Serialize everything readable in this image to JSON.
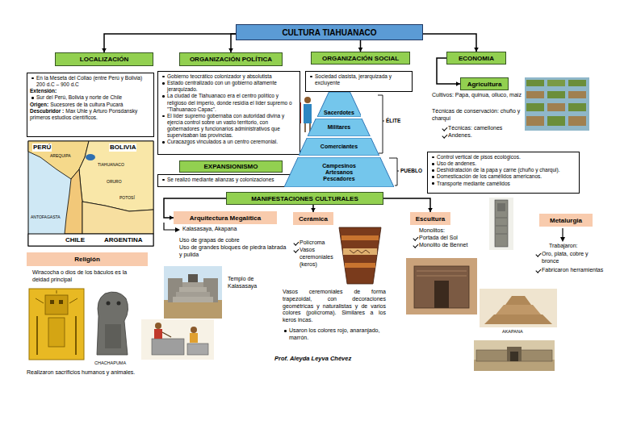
{
  "diagram": {
    "nodes": [
      {
        "text": [
          "CULTURA TIAHUANACO"
        ]
      },
      {
        "text": [
          "LOCALIZACIÓN"
        ]
      },
      {
        "text": [
          "En la Meseta del Collao (entre Perú y Bolivia) 200 d.C – 900 d.C",
          "Extensión:",
          "Sur del Perú, Bolivia y norte de Chile",
          "Origen:",
          "Sucesores de la cultura Pucará",
          "Descubridor :",
          "Max Uhle y Arturo Ponsdansky primeros estudios científicos."
        ]
      },
      {
        "text": [
          "ORGANIZACIÓN POLÍTICA"
        ]
      },
      {
        "text": [
          "Gobierno teocrático colonizador y absolutista",
          "Estado centralizado con un gobierno altamente jerarquizado.",
          "La ciudad de Tiahuanaco era el centro político y religioso del imperio, donde residía el líder supremo o \"Tiahuanaco Capac\".",
          "El líder supremo gobernaba con autoridad divina y ejercía control sobre un vasto territorio, con gobernadores y funcionarios administrativos que supervisaban las provincias.",
          "Curacazgos vinculados a un centro ceremonial."
        ]
      },
      {
        "text": [
          "EXPANSIONISMO"
        ]
      },
      {
        "text": [
          "Se realizó mediante alianzas y colonizaciones"
        ]
      },
      {
        "text": [
          "ORGANIZACIÓN SOCIAL"
        ]
      },
      {
        "text": [
          "Sociedad clasista, jerarquizada y excluyente"
        ]
      },
      {
        "text": [
          "Sacerdotes"
        ]
      },
      {
        "text": [
          "Militares"
        ]
      },
      {
        "text": [
          "Comerciantes"
        ]
      },
      {
        "text": [
          "Campesinos Artesanos Pescadores"
        ]
      },
      {
        "text": [
          "ECONOMIA"
        ]
      },
      {
        "text": [
          "Agricultura"
        ]
      },
      {
        "text": [
          "Control vertical de pisos ecológicos.",
          "Uso de andenes.",
          "Deshidratación de la papa y carne (chuño y charqui).",
          "Domesticación de los camélidos americanos.",
          "Transporte mediante camélidos"
        ]
      },
      {
        "text": [
          "MANIFESTACIONES CULTURALES"
        ]
      },
      {
        "text": [
          "Arquitectura Megalítica"
        ]
      },
      {
        "text": [
          "Religión"
        ]
      },
      {
        "text": [
          "Cerámica"
        ]
      },
      {
        "text": [
          "Escultura"
        ]
      },
      {
        "text": [
          "Metalurgia"
        ]
      }
    ],
    "edges": [
      {
        "from": 0,
        "to": 1,
        "arrow": "to"
      },
      {
        "from": 0,
        "to": 3,
        "arrow": "to"
      },
      {
        "from": 0,
        "to": 7,
        "arrow": "to"
      },
      {
        "from": 0,
        "to": 13,
        "arrow": "to"
      },
      {
        "from": 13,
        "to": 14,
        "arrow": "to"
      },
      {
        "from": 16,
        "to": 17,
        "arrow": "to"
      },
      {
        "from": 16,
        "to": 19,
        "arrow": "to"
      },
      {
        "from": 16,
        "to": 20,
        "arrow": "to"
      }
    ],
    "labels": [
      "PERÚ",
      "BOLIVIA",
      "CHILE",
      "ARGENTINA",
      "AREQUIPA",
      "TIAHUANACO",
      "ORURO",
      "POTOSÍ",
      "ANTOFAGASTA",
      "ÉLITE",
      "PUEBLO",
      "Cultivos: Papa, quinua, olluco, maiz",
      "Técnicas de conservación: chuño y charqui",
      "Técnicas: camellones",
      "Andenes.",
      "Kalasasaya, Akapana",
      "Uso de grapas de cobre",
      "Uso de grandes bloques de piedra labrada y pulida",
      "Templo de Kalasasaya",
      "Wiracocha o dios de los báculos es la deidad principal",
      "CHACHAPUMA",
      "Realizaron sacrificios humanos y animales.",
      "Polícroma",
      "Vasos ceremoniales (keros)",
      "Vasos ceremoniales de forma trapezoidal, con decoraciones geométricas y naturalistas y de varios colores (polícroma). Similares a los keros incas.",
      "Usaron los colores rojo, anaranjado, marrón.",
      "Prof. Aleyda Leyva Chévez",
      "Monolitos:",
      "Portada del Sol",
      "Monolito de Bennet",
      "AKAPANA",
      "Trabajaron:",
      "Oro, plata, cobre y bronce",
      "Fabricaron herramientas"
    ]
  }
}
